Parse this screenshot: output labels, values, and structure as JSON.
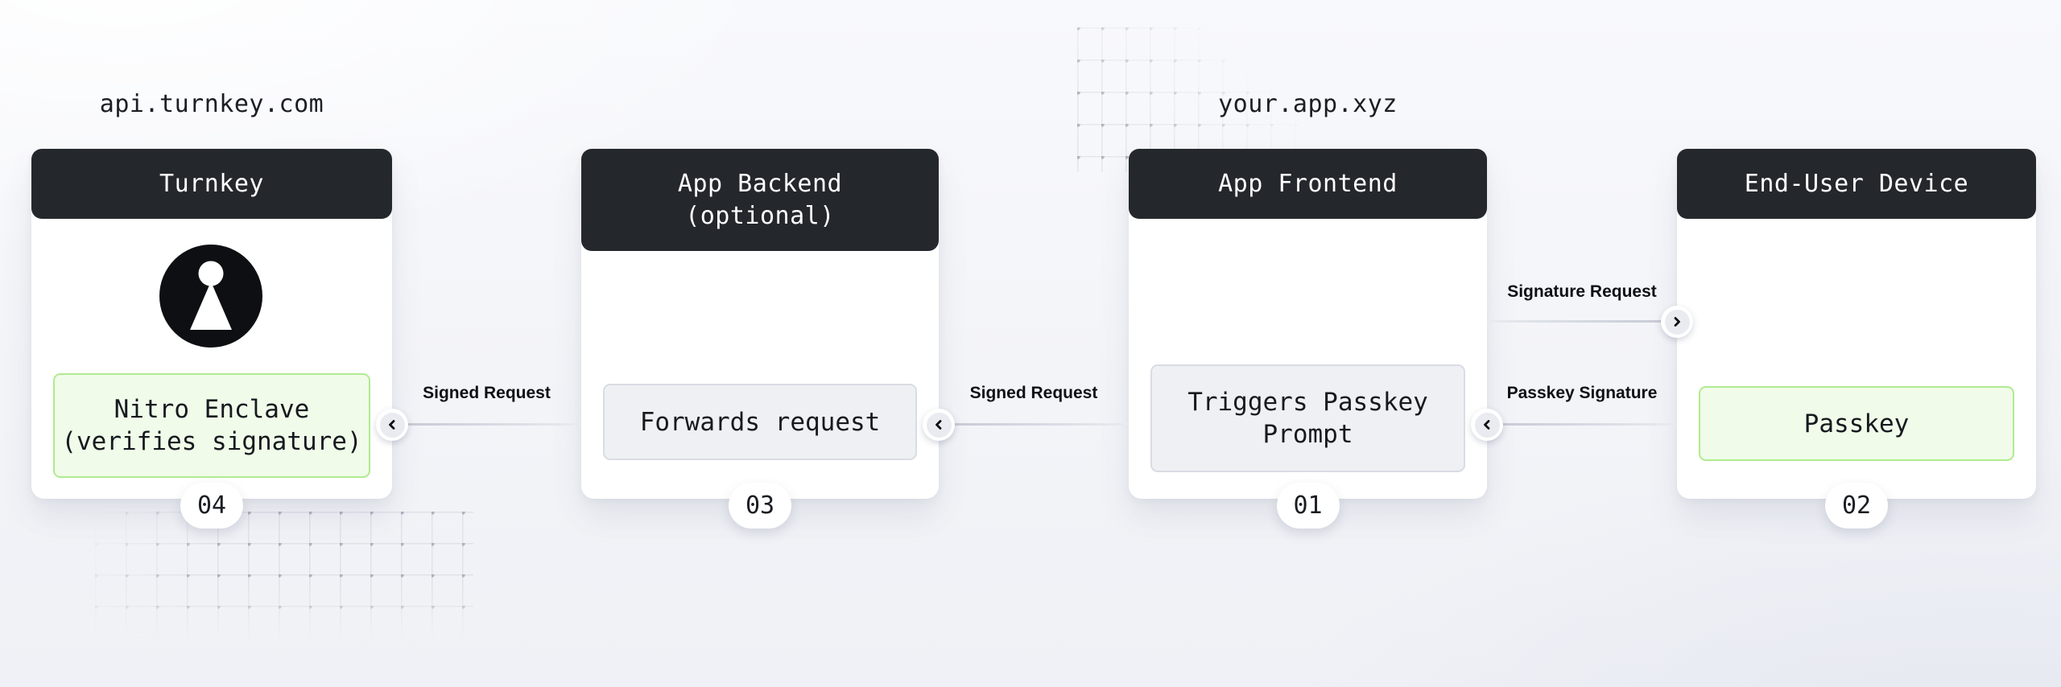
{
  "colors": {
    "page_bg": "#f4f5f9",
    "card_bg": "#ffffff",
    "header_bg": "#24272c",
    "header_text": "#ffffff",
    "green_box_bg": "#f0fbe9",
    "green_box_border": "#b0eb90",
    "gray_box_bg": "#eef0f4",
    "gray_box_border": "#d9dce3",
    "connector_line_dark": "#c5c8d3",
    "connector_line_light": "#e9ebf1",
    "text_dark": "#16191e"
  },
  "domain_labels": [
    {
      "text": "api.turnkey.com"
    },
    {
      "text": "your.app.xyz"
    }
  ],
  "cards": [
    {
      "title_lines": [
        "Turnkey"
      ],
      "icon": "user-icon",
      "box_style": "green",
      "box_lines": [
        "Nitro Enclave",
        "(verifies signature)"
      ],
      "badge": "04"
    },
    {
      "title_lines": [
        "App Backend",
        "(optional)"
      ],
      "box_style": "gray",
      "box_lines": [
        "Forwards request"
      ],
      "badge": "03"
    },
    {
      "title_lines": [
        "App Frontend"
      ],
      "box_style": "gray",
      "box_lines": [
        "Triggers Passkey",
        "Prompt"
      ],
      "badge": "01"
    },
    {
      "title_lines": [
        "End-User Device"
      ],
      "box_style": "green",
      "box_lines": [
        "Passkey"
      ],
      "badge": "02"
    }
  ],
  "connectors": [
    {
      "label": "Signed Request",
      "direction": "left"
    },
    {
      "label": "Signed Request",
      "direction": "left"
    },
    {
      "label": "Signature Request",
      "direction": "right"
    },
    {
      "label": "Passkey Signature",
      "direction": "left"
    }
  ]
}
